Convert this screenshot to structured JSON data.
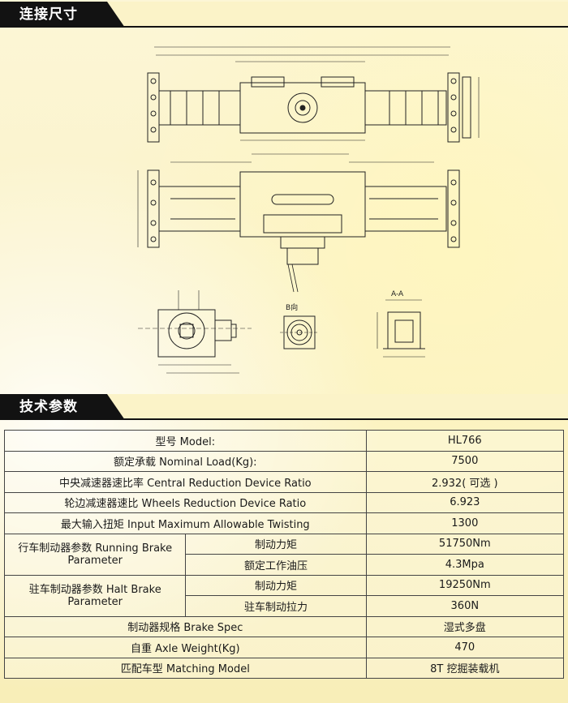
{
  "sections": {
    "dimensions_title": "连接尺寸",
    "specs_title": "技术参数"
  },
  "drawing": {
    "view_b": "B向",
    "view_aa": "A-A"
  },
  "specs": {
    "rows": [
      {
        "label": "型号 Model:",
        "value": "HL766"
      },
      {
        "label": "额定承载 Nominal Load(Kg):",
        "value": "7500"
      },
      {
        "label": "中央减速器速比率 Central Reduction Device Ratio",
        "value": "2.932( 可选 )"
      },
      {
        "label": "轮边减速器速比 Wheels Reduction Device Ratio",
        "value": "6.923"
      },
      {
        "label": "最大输入扭矩 Input Maximum Allowable Twisting",
        "value": "1300"
      }
    ],
    "running_brake": {
      "label": "行车制动器参数 Running Brake Parameter",
      "rows": [
        {
          "sub": "制动力矩",
          "value": "51750Nm"
        },
        {
          "sub": "额定工作油压",
          "value": "4.3Mpa"
        }
      ]
    },
    "halt_brake": {
      "label": "驻车制动器参数 Halt Brake Parameter",
      "rows": [
        {
          "sub": "制动力矩",
          "value": "19250Nm"
        },
        {
          "sub": "驻车制动拉力",
          "value": "360N"
        }
      ]
    },
    "tail_rows": [
      {
        "label": "制动器规格 Brake Spec",
        "value": "湿式多盘"
      },
      {
        "label": "自重 Axle Weight(Kg)",
        "value": "470"
      },
      {
        "label": "匹配车型 Matching Model",
        "value": "8T 挖掘装载机"
      }
    ]
  }
}
